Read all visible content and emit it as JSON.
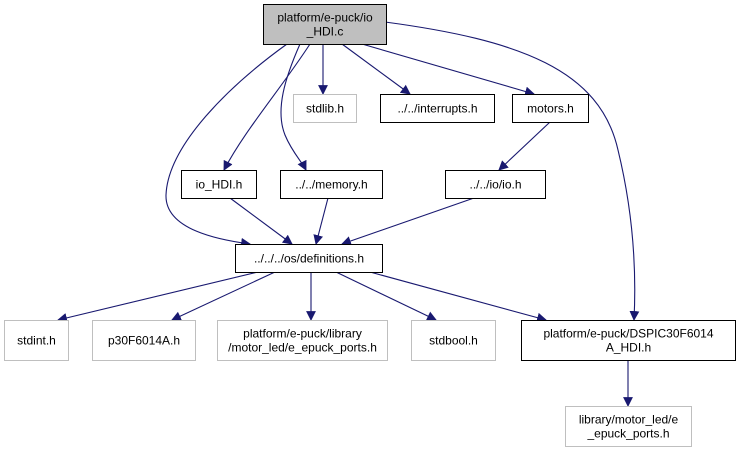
{
  "colors": {
    "edge": "#191970",
    "root_fill": "#bfbfbf",
    "node_stroke": "#000000",
    "missing_stroke": "#bfbfbf",
    "text": "#000000",
    "missing_text": "#8c8c8c"
  },
  "nodes": {
    "root": {
      "lines": [
        "platform/e-puck/io",
        "_HDI.c"
      ],
      "kind": "root"
    },
    "stdlib": {
      "lines": [
        "stdlib.h"
      ],
      "kind": "missing"
    },
    "interrupts": {
      "lines": [
        "../../interrupts.h"
      ],
      "kind": "normal"
    },
    "motors": {
      "lines": [
        "motors.h"
      ],
      "kind": "normal"
    },
    "io_hdi": {
      "lines": [
        "io_HDI.h"
      ],
      "kind": "normal"
    },
    "memory": {
      "lines": [
        "../../memory.h"
      ],
      "kind": "normal"
    },
    "io": {
      "lines": [
        "../../io/io.h"
      ],
      "kind": "normal"
    },
    "definitions": {
      "lines": [
        "../../../os/definitions.h"
      ],
      "kind": "normal"
    },
    "stdint": {
      "lines": [
        "stdint.h"
      ],
      "kind": "missing"
    },
    "p30f": {
      "lines": [
        "p30F6014A.h"
      ],
      "kind": "missing"
    },
    "ports_lib": {
      "lines": [
        "platform/e-puck/library",
        "/motor_led/e_epuck_ports.h"
      ],
      "kind": "missing"
    },
    "stdbool": {
      "lines": [
        "stdbool.h"
      ],
      "kind": "missing"
    },
    "dspic": {
      "lines": [
        "platform/e-puck/DSPIC30F6014",
        "A_HDI.h"
      ],
      "kind": "normal"
    },
    "ports_local": {
      "lines": [
        "library/motor_led/e",
        "_epuck_ports.h"
      ],
      "kind": "missing"
    }
  },
  "edges": [
    {
      "from": "root",
      "to": "stdlib"
    },
    {
      "from": "root",
      "to": "interrupts"
    },
    {
      "from": "root",
      "to": "motors"
    },
    {
      "from": "root",
      "to": "io_hdi"
    },
    {
      "from": "root",
      "to": "memory"
    },
    {
      "from": "root",
      "to": "definitions"
    },
    {
      "from": "root",
      "to": "dspic"
    },
    {
      "from": "motors",
      "to": "io"
    },
    {
      "from": "io_hdi",
      "to": "definitions"
    },
    {
      "from": "memory",
      "to": "definitions"
    },
    {
      "from": "io",
      "to": "definitions"
    },
    {
      "from": "definitions",
      "to": "stdint"
    },
    {
      "from": "definitions",
      "to": "p30f"
    },
    {
      "from": "definitions",
      "to": "ports_lib"
    },
    {
      "from": "definitions",
      "to": "stdbool"
    },
    {
      "from": "definitions",
      "to": "dspic"
    },
    {
      "from": "dspic",
      "to": "ports_local"
    }
  ]
}
